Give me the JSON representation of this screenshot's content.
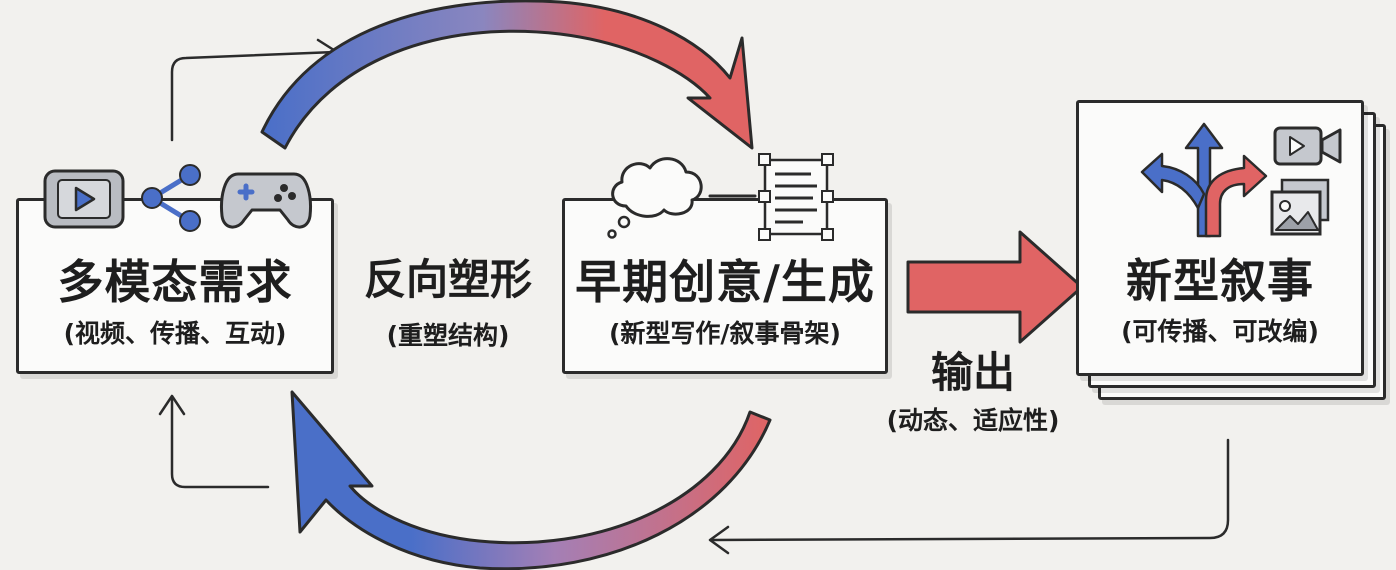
{
  "nodes": {
    "multimodal": {
      "title": "多模态需求",
      "subtitle": "(视频、传播、互动)"
    },
    "early": {
      "title": "早期创意/生成",
      "subtitle": "(新型写作/叙事骨架)"
    },
    "narrative": {
      "title": "新型叙事",
      "subtitle": "(可传播、可改编)"
    }
  },
  "labels": {
    "reshape": {
      "title": "反向塑形",
      "subtitle": "(重塑结构)"
    },
    "output": {
      "title": "输出",
      "subtitle": "(动态、适应性)"
    }
  },
  "colors": {
    "blue": "#4a6fc8",
    "red": "#e06464",
    "stroke": "#2b2b2b",
    "box_fill": "#fbfbfa",
    "background": "#f2f1ee"
  },
  "icons": [
    "video-play-icon",
    "share-icon",
    "gamepad-icon",
    "thought-cloud-icon",
    "document-icon",
    "branching-arrows-icon",
    "video-camera-icon",
    "image-icon"
  ]
}
